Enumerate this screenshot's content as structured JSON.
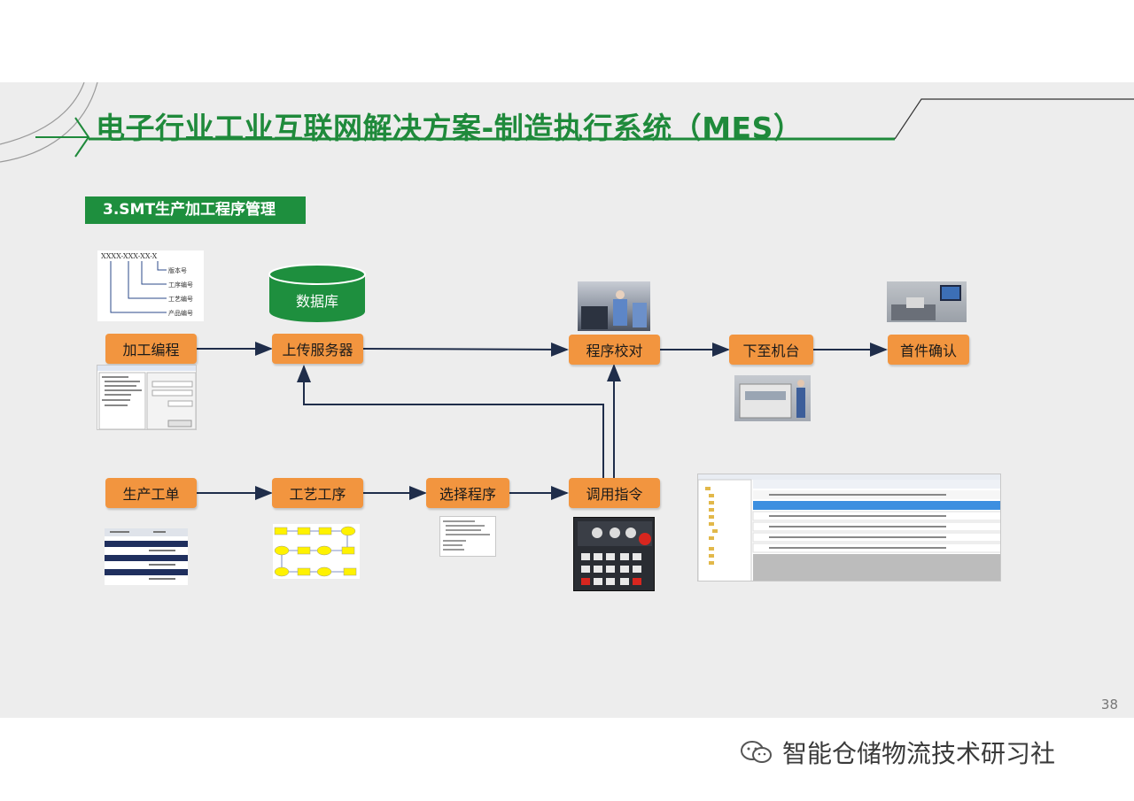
{
  "title": "电子行业工业互联网解决方案-制造执行系统（MES）",
  "section": "3.SMT生产加工程序管理",
  "database": "数据库",
  "steps": {
    "program": "加工编程",
    "upload": "上传服务器",
    "verify": "程序校对",
    "deploy": "下至机台",
    "first_check": "首件确认",
    "work_order": "生产工单",
    "process": "工艺工序",
    "select_program": "选择程序",
    "call_command": "调用指令"
  },
  "code_legend": {
    "code": "XXXX-XXX-XX-X",
    "labels": [
      "版本号",
      "工序编号",
      "工艺编号",
      "产品编号"
    ]
  },
  "page_number": "38",
  "footer": "智能仓储物流技术研习社",
  "colors": {
    "title_green": "#1f8a3b",
    "box_orange": "#f2953f",
    "db_green": "#1e8f3e",
    "arrow": "#1f2d4a"
  },
  "icons": [
    "wechat-icon"
  ]
}
